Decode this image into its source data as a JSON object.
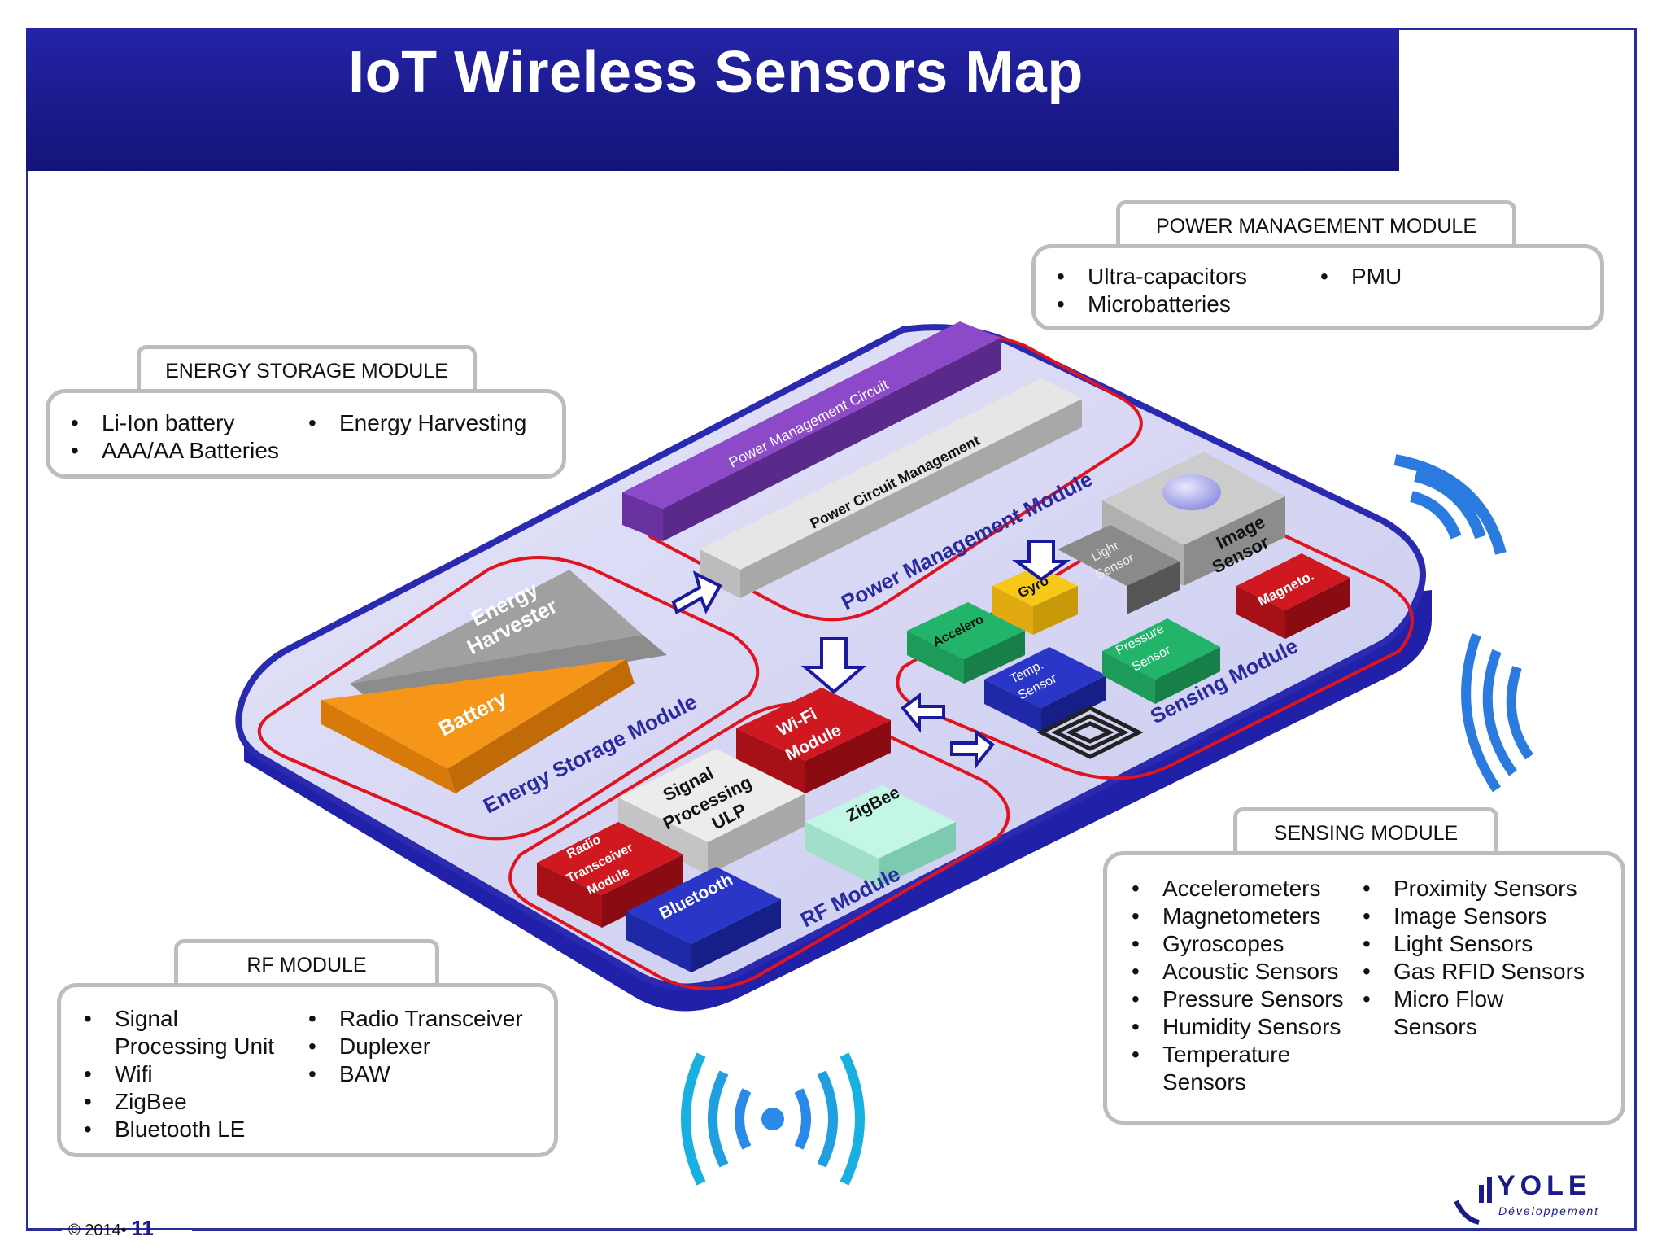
{
  "title": "IoT Wireless Sensors Map",
  "boxes": {
    "power": {
      "label": "POWER MANAGEMENT MODULE",
      "col1": [
        "Ultra-capacitors",
        "Microbatteries"
      ],
      "col2": [
        "PMU"
      ]
    },
    "energy": {
      "label": "ENERGY STORAGE MODULE",
      "col1": [
        "Li-Ion battery",
        "AAA/AA Batteries"
      ],
      "col2": [
        "Energy Harvesting"
      ]
    },
    "sensing": {
      "label": "SENSING MODULE",
      "col1": [
        "Accelerometers",
        "Magnetometers",
        "Gyroscopes",
        "Acoustic Sensors",
        "Pressure Sensors",
        "Humidity Sensors",
        "Temperature Sensors"
      ],
      "col2": [
        "Proximity Sensors",
        "Image Sensors",
        "Light Sensors",
        "Gas RFID Sensors",
        "Micro Flow Sensors"
      ]
    },
    "rf": {
      "label": "RF MODULE",
      "col1": [
        "Signal Processing Unit",
        "Wifi",
        "ZigBee",
        "Bluetooth LE"
      ],
      "col2": [
        "Radio Transceiver",
        "Duplexer",
        "BAW"
      ]
    }
  },
  "board": {
    "power_circuit": "Power Management Circuit",
    "power_circuit_mgmt": "Power Circuit Management",
    "power_module": "Power Management Module",
    "energy_harvester_1": "Energy",
    "energy_harvester_2": "Harvester",
    "battery": "Battery",
    "energy_module": "Energy Storage Module",
    "sensing_module": "Sensing Module",
    "rf_module": "RF Module",
    "image_sensor_1": "Image",
    "image_sensor_2": "Sensor",
    "light_sensor_1": "Light",
    "light_sensor_2": "Sensor",
    "gyro": "Gyro",
    "accelero": "Accelero",
    "magneto": "Magneto.",
    "temp_1": "Temp.",
    "temp_2": "Sensor",
    "pressure_1": "Pressure",
    "pressure_2": "Sensor",
    "wifi_1": "Wi-Fi",
    "wifi_2": "Module",
    "signal_1": "Signal",
    "signal_2": "Processing",
    "signal_3": "ULP",
    "zigbee": "ZigBee",
    "radio_1": "Radio",
    "radio_2": "Transceiver",
    "radio_3": "Module",
    "bluetooth": "Bluetooth"
  },
  "colors": {
    "title_bg": "#1a1a8a",
    "board": "#d8d8f4",
    "board_edge": "#2a2ab0",
    "red_outline": "#e0141e",
    "purple": "#7a38b8",
    "grey_block": "#d2d2d2",
    "orange": "#f08a10",
    "yellow": "#f8c818",
    "green": "#22b064",
    "blue_block": "#2a36c8",
    "dark_red": "#c8101a",
    "mint": "#b8f0e0"
  },
  "footer": {
    "copyright": "© 2014•",
    "page": "11"
  },
  "logo": {
    "name": "YOLE",
    "sub": "Développement"
  }
}
